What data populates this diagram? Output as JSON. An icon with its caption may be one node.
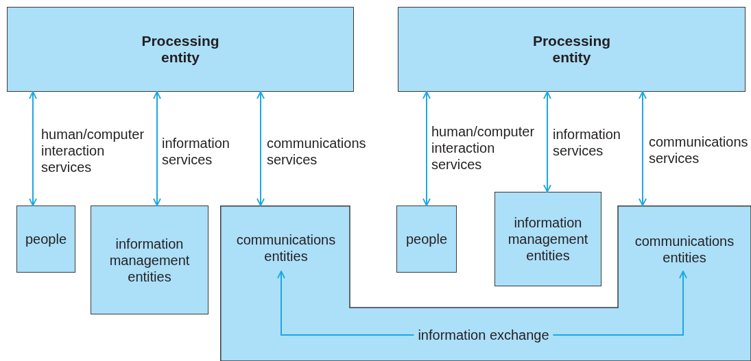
{
  "diagram": {
    "nodes": [
      {
        "text": [
          "Processing entity"
        ]
      },
      {
        "text": [
          "Processing entity"
        ]
      },
      {
        "text": [
          "people"
        ]
      },
      {
        "text": [
          "information management entities"
        ]
      },
      {
        "text": [],
        "shape": "box"
      },
      {
        "text": [
          "communications entities"
        ],
        "in": 4
      },
      {
        "text": [
          "people"
        ]
      },
      {
        "text": [
          "information management entities"
        ]
      },
      {
        "text": [
          "communications entities"
        ],
        "in": 4
      }
    ],
    "edges": [
      {
        "from": 0,
        "to": 2,
        "arrow": "both",
        "label": "human/computer interaction services"
      },
      {
        "from": 0,
        "to": 3,
        "arrow": "both",
        "label": "information services"
      },
      {
        "from": 0,
        "to": 4,
        "arrow": "both",
        "label": "communications services"
      },
      {
        "from": 1,
        "to": 6,
        "arrow": "both",
        "label": "human/computer interaction services"
      },
      {
        "from": 1,
        "to": 7,
        "arrow": "both",
        "label": "information services"
      },
      {
        "from": 1,
        "to": 4,
        "arrow": "both",
        "label": "communications services"
      },
      {
        "from": 5,
        "to": 8,
        "arrow": "both",
        "label": "information exchange"
      }
    ]
  }
}
